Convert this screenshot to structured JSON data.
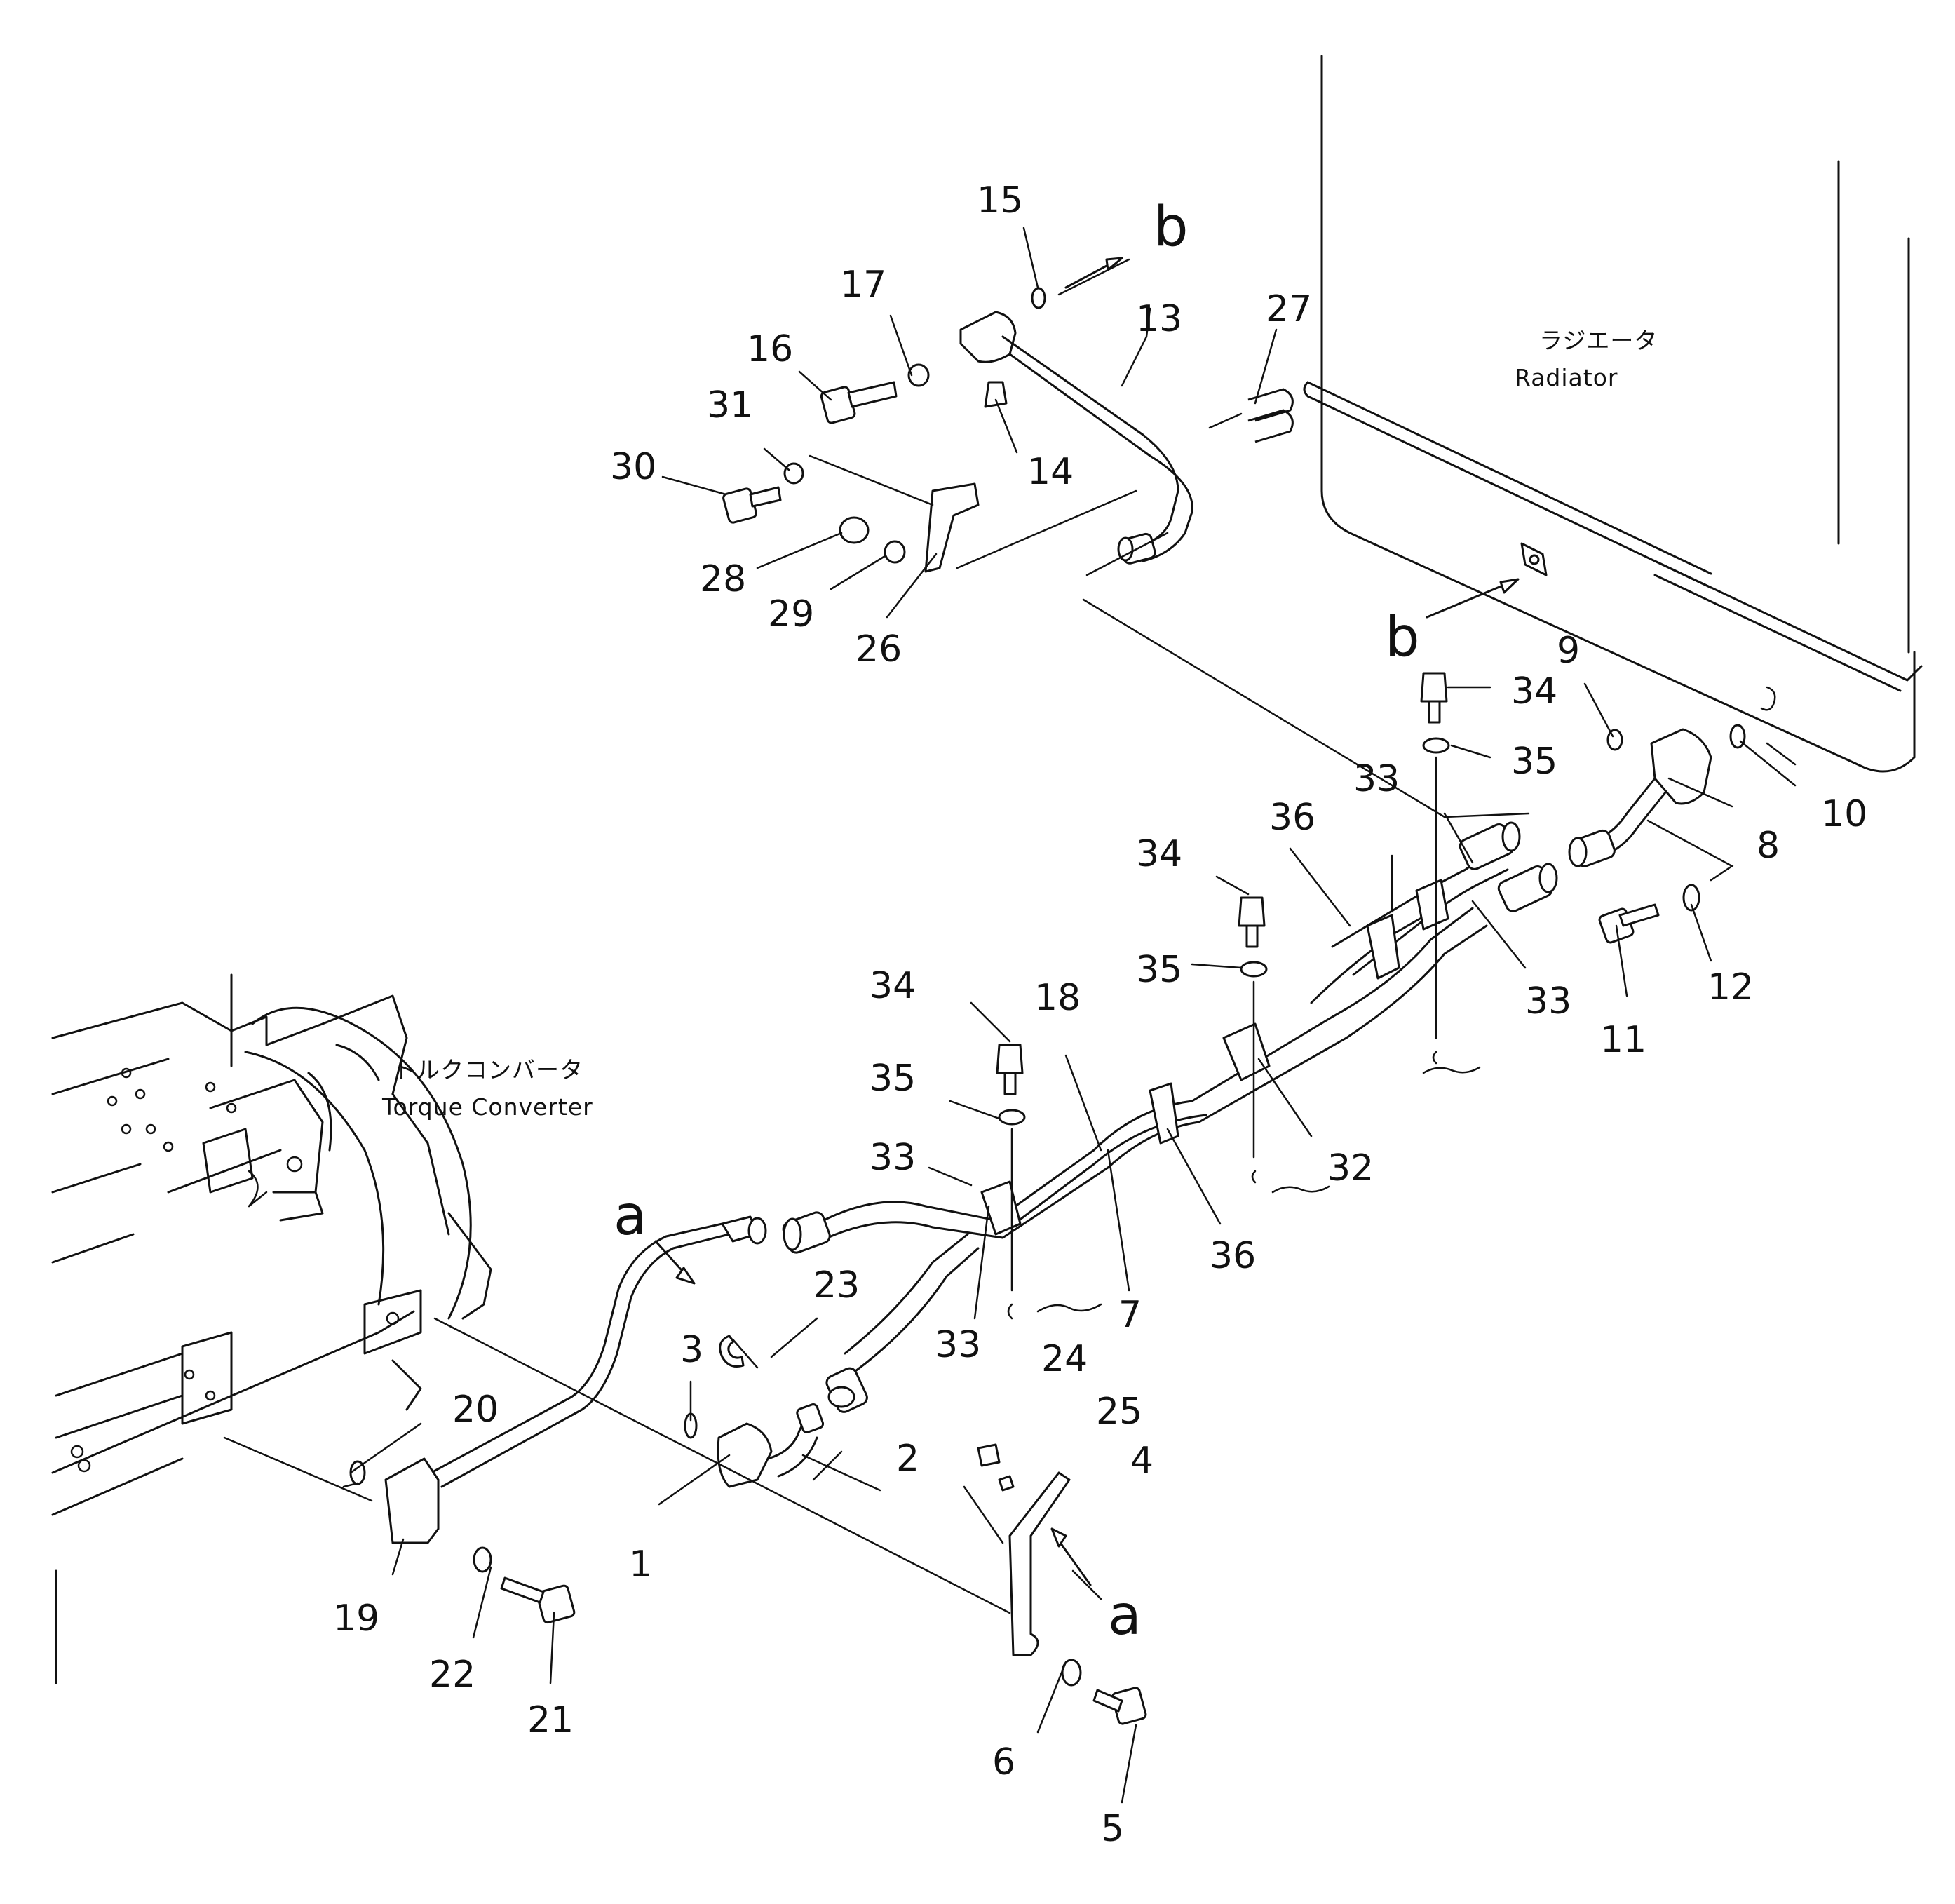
{
  "labels": {
    "radiator_jp": "ラジエータ",
    "radiator_en": "Radiator",
    "converter_jp": "トルクコンバータ",
    "converter_en": "Torque Converter",
    "view_a": "a",
    "view_b": "b"
  },
  "callouts": [
    "1",
    "2",
    "3",
    "4",
    "5",
    "6",
    "7",
    "8",
    "9",
    "10",
    "11",
    "12",
    "13",
    "14",
    "15",
    "16",
    "17",
    "18",
    "19",
    "20",
    "21",
    "22",
    "23",
    "24",
    "25",
    "26",
    "27",
    "28",
    "29",
    "30",
    "31",
    "32",
    "33",
    "34",
    "35",
    "36"
  ]
}
